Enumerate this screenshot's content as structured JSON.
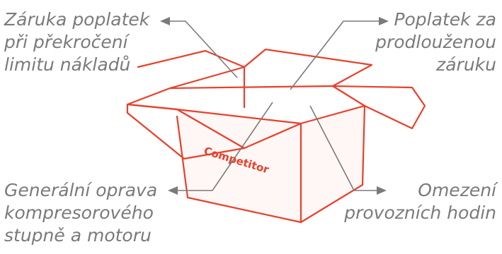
{
  "labels": {
    "top_left": "Záruka poplatek\npři překročení\nlimitu nákladů",
    "top_right": "Poplatek za\nprodlouženou\nzáruku",
    "bottom_left": "Generální oprava\nkompresorového\nstupně a motoru",
    "bottom_right": "Omezení\nprovozních hodin"
  },
  "box": {
    "brand_text": "Competitor"
  },
  "colors": {
    "accent": "#e8402a",
    "arrow": "#7a7a7a",
    "text": "#7a7a7a"
  }
}
